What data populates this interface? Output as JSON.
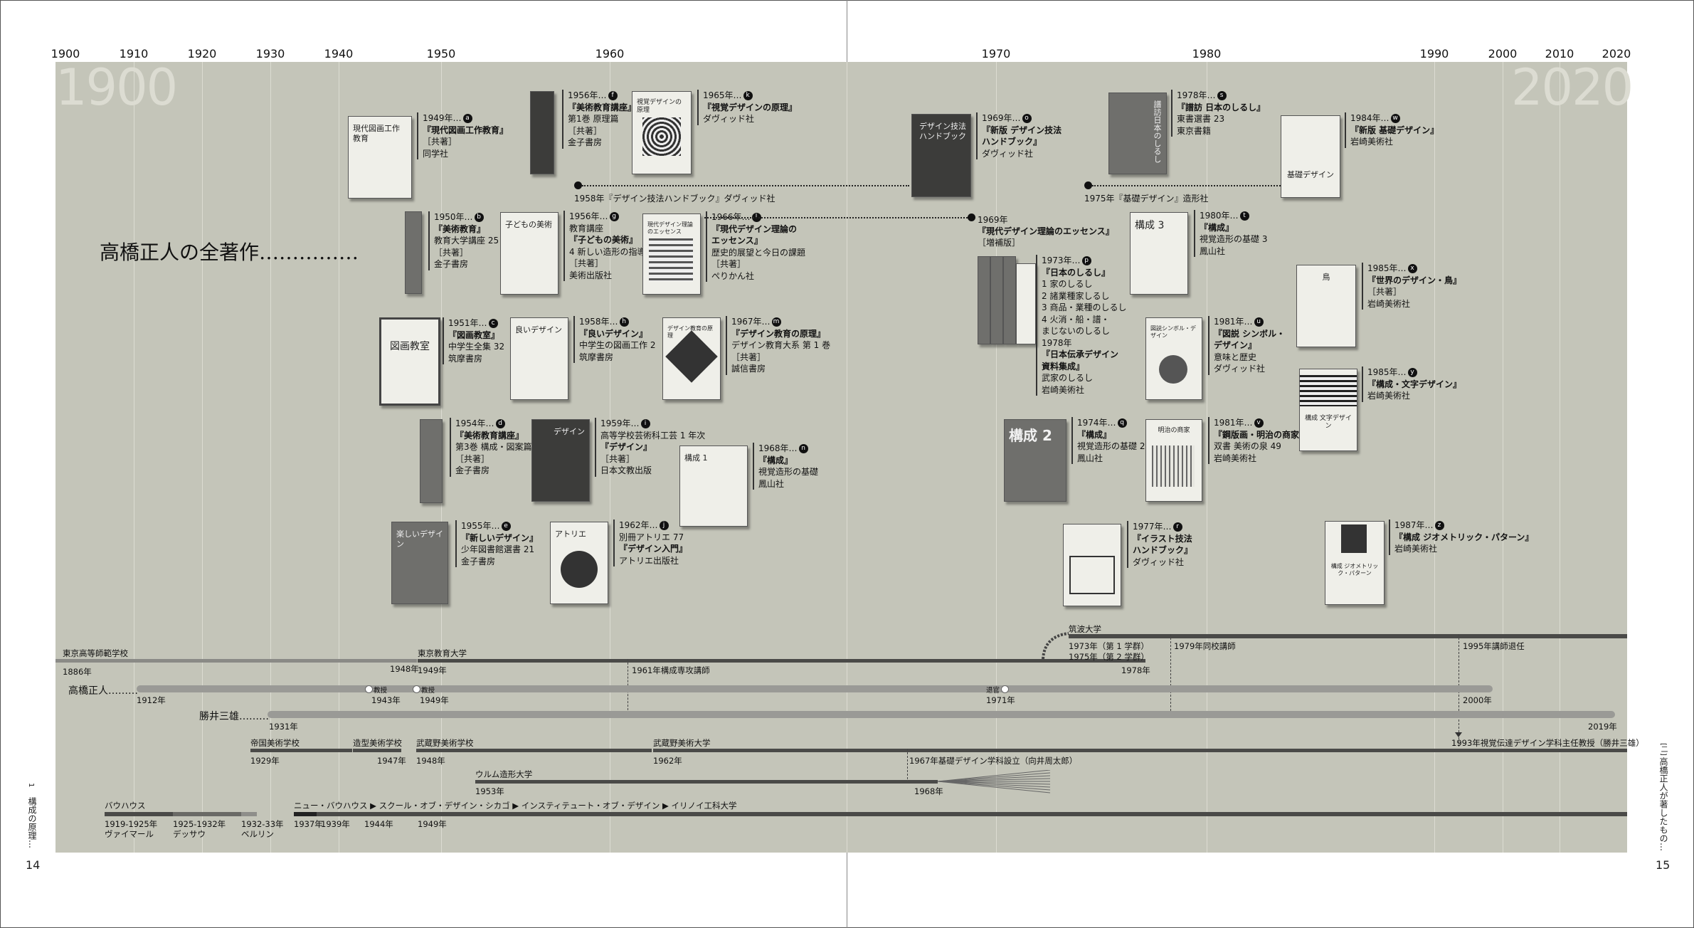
{
  "axis": {
    "ticks": [
      "1900",
      "1910",
      "1920",
      "1930",
      "1940",
      "1950",
      "1960",
      "1970",
      "1980",
      "1990",
      "2000",
      "2010",
      "2020"
    ],
    "ghost_start": "1900",
    "ghost_end": "2020"
  },
  "main_title": "高橋正人の全著作……………",
  "books": {
    "a": {
      "year": "1949年…",
      "letter": "a",
      "lines": [
        "『現代図画工作教育』",
        "［共著］",
        "同学社"
      ],
      "cover": "現代図画工作教育"
    },
    "b": {
      "year": "1950年…",
      "letter": "b",
      "lines": [
        "『美術教育』",
        "教育大学講座 25",
        "［共著］",
        "金子書房"
      ],
      "cover": ""
    },
    "c": {
      "year": "1951年…",
      "letter": "c",
      "lines": [
        "『図画教室』",
        "中学生全集 32",
        "筑摩書房"
      ],
      "cover": "図画教室"
    },
    "d": {
      "year": "1954年…",
      "letter": "d",
      "lines": [
        "『美術教育講座』",
        "第3巻 構成・図案篇",
        "［共著］",
        "金子書房"
      ],
      "cover": ""
    },
    "e": {
      "year": "1955年…",
      "letter": "e",
      "lines": [
        "『新しいデザイン』",
        "少年図書館選書 21",
        "金子書房"
      ],
      "cover": "楽しいデザイン"
    },
    "f": {
      "year": "1956年…",
      "letter": "f",
      "lines": [
        "『美術教育講座』",
        "第1巻 原理篇",
        "［共著］",
        "金子書房"
      ],
      "cover": ""
    },
    "g": {
      "year": "1956年…",
      "letter": "g",
      "lines": [
        "教育講座",
        "『子どもの美術』",
        "4 新しい造形の指導",
        "［共著］",
        "美術出版社"
      ],
      "cover": "子どもの美術"
    },
    "h": {
      "year": "1958年…",
      "letter": "h",
      "lines": [
        "『良いデザイン』",
        "中学生の図画工作 2",
        "筑摩書房"
      ],
      "cover": "良いデザイン"
    },
    "i": {
      "year": "1959年…",
      "letter": "i",
      "lines": [
        "高等学校芸術科工芸 1 年次",
        "『デザイン』",
        "［共著］",
        "日本文教出版"
      ],
      "cover": "デザイン"
    },
    "j": {
      "year": "1962年…",
      "letter": "j",
      "lines": [
        "別冊アトリエ 77",
        "『デザイン入門』",
        "アトリエ出版社"
      ],
      "cover": "アトリエ"
    },
    "k": {
      "year": "1965年…",
      "letter": "k",
      "lines": [
        "『視覚デザインの原理』",
        "ダヴィッド社"
      ],
      "cover": "視覚デザインの原理"
    },
    "l": {
      "year": "1966年…",
      "letter": "l",
      "lines": [
        "『現代デザイン理論の",
        "エッセンス』",
        "歴史的展望と今日の課題",
        "［共著］",
        "ぺりかん社"
      ],
      "cover": "現代デザイン理論のエッセンス"
    },
    "m": {
      "year": "1967年…",
      "letter": "m",
      "lines": [
        "『デザイン教育の原理』",
        "デザイン教育大系 第 1 巻",
        "［共著］",
        "誠信書房"
      ],
      "cover": "デザイン教育の原理"
    },
    "n": {
      "year": "1968年…",
      "letter": "n",
      "lines": [
        "『構成』",
        "視覚造形の基礎",
        "鳳山社"
      ],
      "cover": "構成 1"
    },
    "o": {
      "year": "1969年…",
      "letter": "o",
      "lines": [
        "『新版 デザイン技法",
        "ハンドブック』",
        "ダヴィッド社"
      ],
      "cover": "デザイン技法ハンドブック"
    },
    "p": {
      "year": "1973年…",
      "letter": "p",
      "lines": [
        "『日本のしるし』",
        "1 家のしるし",
        "2 諸業種家しるし",
        "3 商品・業種のしるし",
        "4 火消・船・譜・",
        "まじないのしるし",
        "1978年",
        "『日本伝承デザイン",
        "資料集成』",
        "武家のしるし",
        "岩崎美術社"
      ],
      "cover": ""
    },
    "q": {
      "year": "1974年…",
      "letter": "q",
      "lines": [
        "『構成』",
        "視覚造形の基礎 2",
        "鳳山社"
      ],
      "cover": "構成 2"
    },
    "r": {
      "year": "1977年…",
      "letter": "r",
      "lines": [
        "『イラスト技法",
        "ハンドブック』",
        "ダヴィッド社"
      ],
      "cover": ""
    },
    "s": {
      "year": "1978年…",
      "letter": "s",
      "lines": [
        "『譜訪 日本のしるし』",
        "東書選書 23",
        "東京書籍"
      ],
      "cover": "譜訪日本のしるし"
    },
    "t": {
      "year": "1980年…",
      "letter": "t",
      "lines": [
        "『構成』",
        "視覚造形の基礎 3",
        "鳳山社"
      ],
      "cover": "構成 3"
    },
    "u": {
      "year": "1981年…",
      "letter": "u",
      "lines": [
        "『図説 シンボル・",
        "デザイン』",
        "意味と歴史",
        "ダヴィッド社"
      ],
      "cover": "図説シンボル・デザイン"
    },
    "v": {
      "year": "1981年…",
      "letter": "v",
      "lines": [
        "『鋼版画・明治の商家』",
        "双書 美術の泉 49",
        "岩崎美術社"
      ],
      "cover": "明治の商家"
    },
    "w": {
      "year": "1984年…",
      "letter": "w",
      "lines": [
        "『新版 基礎デザイン』",
        "岩崎美術社"
      ],
      "cover": "基礎デザイン"
    },
    "x": {
      "year": "1985年…",
      "letter": "x",
      "lines": [
        "『世界のデザイン・鳥』",
        "［共著］",
        "岩崎美術社"
      ],
      "cover": "鳥"
    },
    "y": {
      "year": "1985年…",
      "letter": "y",
      "lines": [
        "『構成・文字デザイン』",
        "岩崎美術社"
      ],
      "cover": "構成 文字デザイン"
    },
    "z": {
      "year": "1987年…",
      "letter": "z",
      "lines": [
        "『構成 ジオメトリック・パターン』",
        "岩崎美術社"
      ],
      "cover": "構成 ジオメトリック・パターン"
    }
  },
  "notes": {
    "n1958": "1958年『デザイン技法ハンドブック』ダヴィッド社",
    "n1969a": "1969年",
    "n1969b": "『現代デザイン理論のエッセンス』",
    "n1969c": "［増補版］",
    "n1975": "1975年『基礎デザイン』造形社"
  },
  "timeline": {
    "tokyo_koto": "東京高等師範学校",
    "y1886": "1886年",
    "tokyo_kyoiku": "東京教育大学",
    "y1948": "1948年",
    "y1949a": "1949年",
    "y1961": "1961年構成専攻講師",
    "y1978a": "1978年",
    "tsukuba": "筑波大学",
    "tsukuba1": "1973年（第 1 学群）",
    "tsukuba2": "1975年（第 2 学群）",
    "y1979": "1979年同校講師",
    "y1995": "1995年講師退任",
    "takahashi": "高橋正人………",
    "y1912": "1912年",
    "kyoju1": "教授",
    "y1943": "1943年",
    "kyoju2": "教授",
    "y1949b": "1949年",
    "taikan": "退官",
    "y1971": "1971年",
    "y2000": "2000年",
    "katsui": "勝井三雄………",
    "y1931": "1931年",
    "y2019": "2019年",
    "teikoku": "帝国美術学校",
    "y1929": "1929年",
    "zokei": "造型美術学校",
    "y1947": "1947年",
    "musashino_gakko": "武蔵野美術学校",
    "y1948b": "1948年",
    "musashino_daigaku": "武蔵野美術大学",
    "y1962": "1962年",
    "y1967": "1967年基礎デザイン学科設立（向井周太郎）",
    "y1993": "1993年視覚伝達デザイン学科主任教授（勝井三雄）",
    "ulm": "ウルム造形大学",
    "y1953": "1953年",
    "y1968": "1968年",
    "bauhaus": "バウハウス",
    "bauhaus1": "1919-1925年",
    "bauhaus1p": "ヴァイマール",
    "bauhaus2": "1925-1932年",
    "bauhaus2p": "デッサウ",
    "bauhaus3": "1932-33年",
    "bauhaus3p": "ベルリン",
    "newbauhaus": "ニュー・バウハウス ▶ スクール・オブ・デザイン・シカゴ ▶ インスティテュート・オブ・デザイン ▶ イリノイ工科大学",
    "y1937": "1937年",
    "y1939": "1939年",
    "y1944": "1944年",
    "y1949c": "1949年"
  },
  "side": {
    "left_num": "1",
    "left_text": "構成の原理…",
    "left_page": "14",
    "right_num": "[二]",
    "right_text": "高橋正人が著したもの…",
    "right_page": "15"
  },
  "colors": {
    "panel": "#c4c5b9",
    "bar_dark": "#4a4a48",
    "bar_mid": "#8e8e8a",
    "bar_light": "#9a9a96"
  }
}
